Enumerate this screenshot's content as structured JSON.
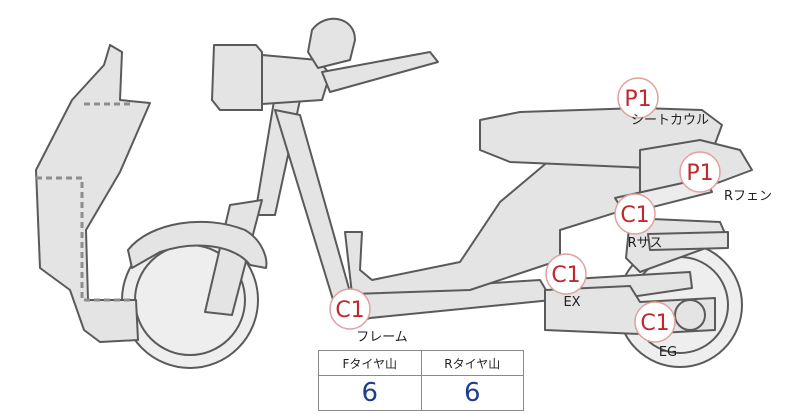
{
  "parts": [
    {
      "key": "seat_cowl",
      "grade": "P1",
      "label": "シートカウル"
    },
    {
      "key": "rear_fender",
      "grade": "P1",
      "label": "Rフェン"
    },
    {
      "key": "rear_suspension",
      "grade": "C1",
      "label": "Rサス"
    },
    {
      "key": "exhaust",
      "grade": "C1",
      "label": "EX"
    },
    {
      "key": "engine",
      "grade": "C1",
      "label": "EG"
    },
    {
      "key": "frame",
      "grade": "C1",
      "label": "フレーム"
    }
  ],
  "tire_table": {
    "headers": [
      "Fタイヤ山",
      "Rタイヤ山"
    ],
    "values": [
      "6",
      "6"
    ]
  },
  "colors": {
    "grade_text": "#c0282d",
    "grade_border": "#e2a0a0",
    "part_fill": "#e4e4e4",
    "outline": "#5a5a5a",
    "table_value": "#1d3f8c"
  }
}
